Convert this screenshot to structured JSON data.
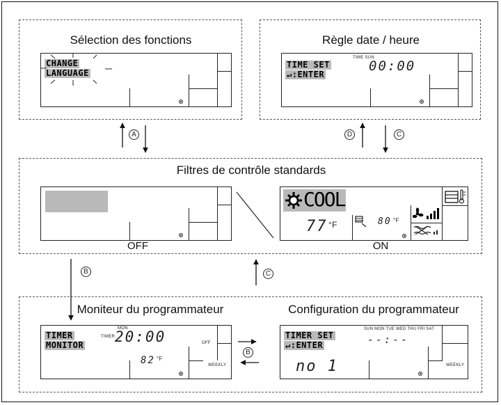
{
  "panels": {
    "function_selection": {
      "title": "Sélection des fonctions",
      "lcd_line1": "CHANGE",
      "lcd_line2": "LANGUAGE"
    },
    "date_time": {
      "title": "Règle date / heure",
      "lcd_line1": "TIME SET",
      "lcd_line2": "↵:ENTER",
      "small_label": "TIME SUN",
      "clock": "00:00"
    },
    "standard": {
      "title": "Filtres de contrôle standards",
      "off_label": "OFF",
      "on_label": "ON",
      "mode": "COOL",
      "room_temp": "77",
      "room_unit": "°F",
      "set_temp": "80",
      "set_unit": "°F"
    },
    "timer_monitor": {
      "title": "Moniteur du programmateur",
      "lcd_line1": "TIMER",
      "lcd_line2": "MONITOR",
      "small_timer": "TIMER",
      "small_day": "MON",
      "clock": "20:00",
      "off_label": "OFF",
      "temp": "82",
      "temp_unit": "°F",
      "weekly": "WEEKLY"
    },
    "timer_setup": {
      "title": "Configuration du programmateur",
      "lcd_line1": "TIMER SET",
      "lcd_line2": "↵:ENTER",
      "days": "SUN  MON  TUE  WED  THU  FRI  SAT",
      "clock": "--:--",
      "number": "no 1",
      "weekly": "WEEKLY"
    }
  },
  "arrow_labels": {
    "a": "A",
    "b": "B",
    "c": "C",
    "d": "D"
  }
}
